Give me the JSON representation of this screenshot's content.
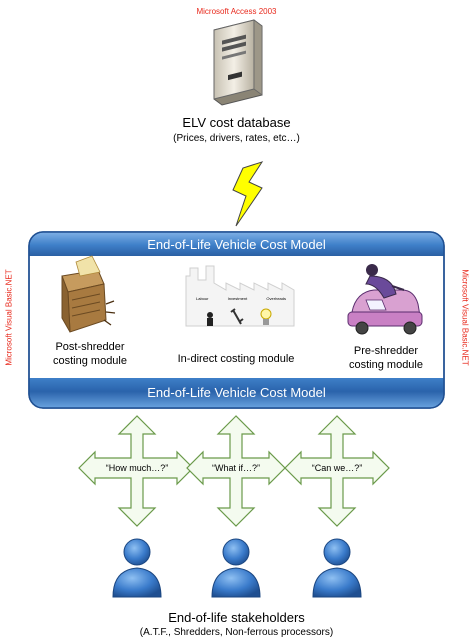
{
  "top_note": "Microsoft Access 2003",
  "database": {
    "title": "ELV cost database",
    "subtitle": "(Prices, drivers, rates, etc…)"
  },
  "side_note_left": "Microsoft Visual Basic.NET",
  "side_note_right": "Microsoft Visual Basic.NET",
  "model": {
    "header": "End-of-Life Vehicle Cost Model",
    "footer": "End-of-Life Vehicle Cost Model",
    "modules": [
      {
        "label_line1": "Post-shredder",
        "label_line2": "costing module"
      },
      {
        "label_line1": "In-direct costing module"
      },
      {
        "label_line1": "Pre-shredder",
        "label_line2": "costing module"
      }
    ],
    "indirect_icon_labels": [
      "Labour",
      "Investment",
      "Overheads"
    ]
  },
  "questions": [
    "“How much…?”",
    "“What if…?”",
    "“Can we…?”"
  ],
  "stakeholders": {
    "title": "End-of-life stakeholders",
    "subtitle": "(A.T.F., Shredders, Non-ferrous processors)"
  },
  "colors": {
    "band_blue": "#2e6db4",
    "band_blue_light": "#7fb0e6",
    "note_red": "#e8291c",
    "bolt_yellow": "#ffff00",
    "arrow_fill": "#f4fbef",
    "arrow_stroke": "#6a9a4a",
    "person_blue": "#2f6fbf"
  }
}
